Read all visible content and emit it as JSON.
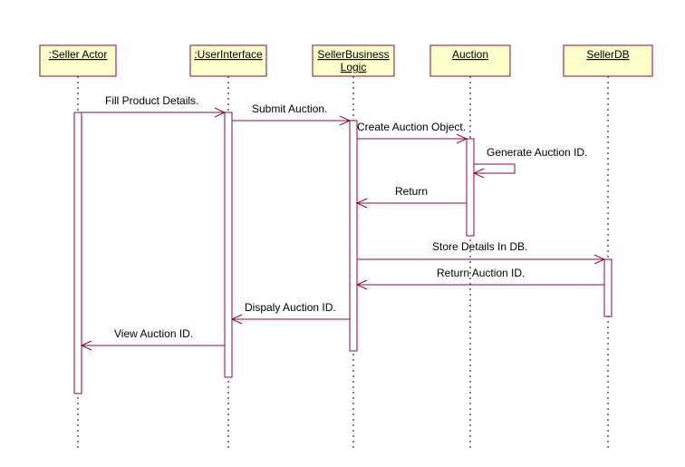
{
  "diagram": {
    "colors": {
      "line": "#8b0a3a",
      "box_fill": "#ffffcc",
      "activation_fill": "#ffffff",
      "lifeline": "#000000"
    },
    "objects": [
      {
        "id": "seller",
        "lines": [
          ":Seller Actor"
        ]
      },
      {
        "id": "ui",
        "lines": [
          ":UserInterface"
        ]
      },
      {
        "id": "logic",
        "lines": [
          "SellerBusiness",
          "Logic"
        ]
      },
      {
        "id": "auction",
        "lines": [
          "Auction"
        ]
      },
      {
        "id": "db",
        "lines": [
          "SellerDB"
        ]
      }
    ],
    "messages": [
      {
        "from": "seller",
        "to": "ui",
        "label": "Fill Product Details."
      },
      {
        "from": "ui",
        "to": "logic",
        "label": "Submit Auction."
      },
      {
        "from": "logic",
        "to": "auction",
        "label": "Create Auction Object."
      },
      {
        "from": "auction",
        "to": "auction",
        "label": "Generate Auction ID."
      },
      {
        "from": "auction",
        "to": "logic",
        "label": "Return"
      },
      {
        "from": "logic",
        "to": "db",
        "label": "Store Details In DB."
      },
      {
        "from": "db",
        "to": "logic",
        "label": "Return Auction ID."
      },
      {
        "from": "logic",
        "to": "ui",
        "label": "Dispaly Auction ID."
      },
      {
        "from": "ui",
        "to": "seller",
        "label": "View Auction ID."
      }
    ]
  }
}
